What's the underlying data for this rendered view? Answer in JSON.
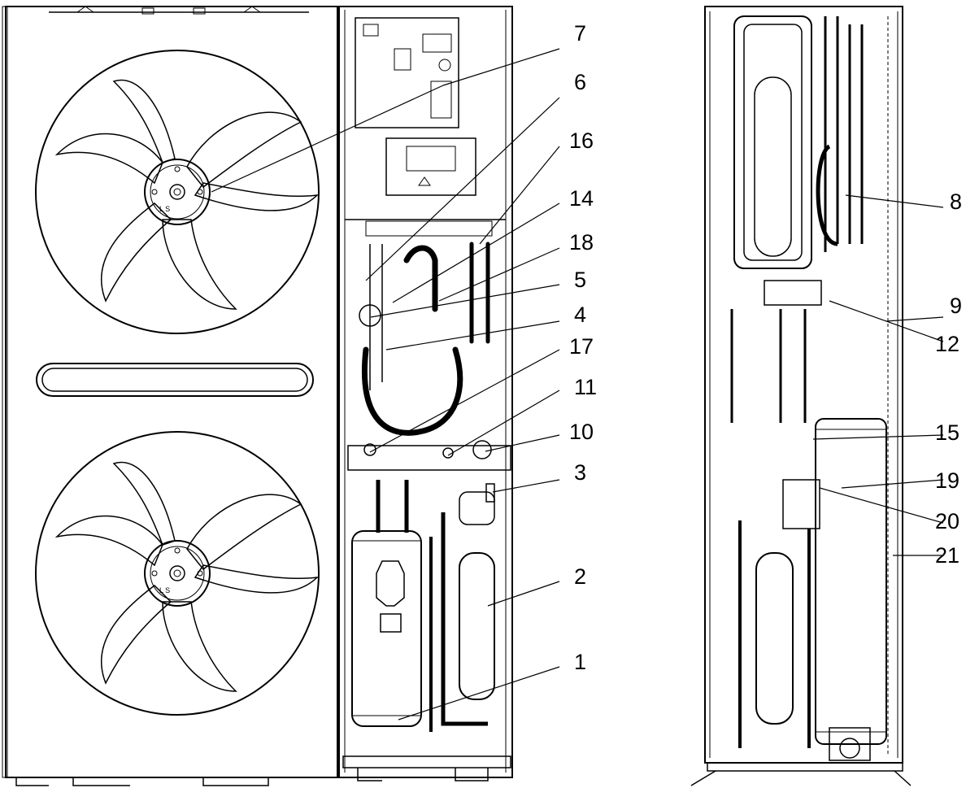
{
  "callouts": {
    "c1": "1",
    "c2": "2",
    "c3": "3",
    "c4": "4",
    "c5": "5",
    "c6": "6",
    "c7": "7",
    "c8": "8",
    "c9": "9",
    "c10": "10",
    "c11": "11",
    "c12": "12",
    "c14": "14",
    "c15": "15",
    "c16": "16",
    "c17": "17",
    "c18": "18",
    "c19": "19",
    "c20": "20",
    "c21": "21"
  },
  "fan_label": "L S"
}
